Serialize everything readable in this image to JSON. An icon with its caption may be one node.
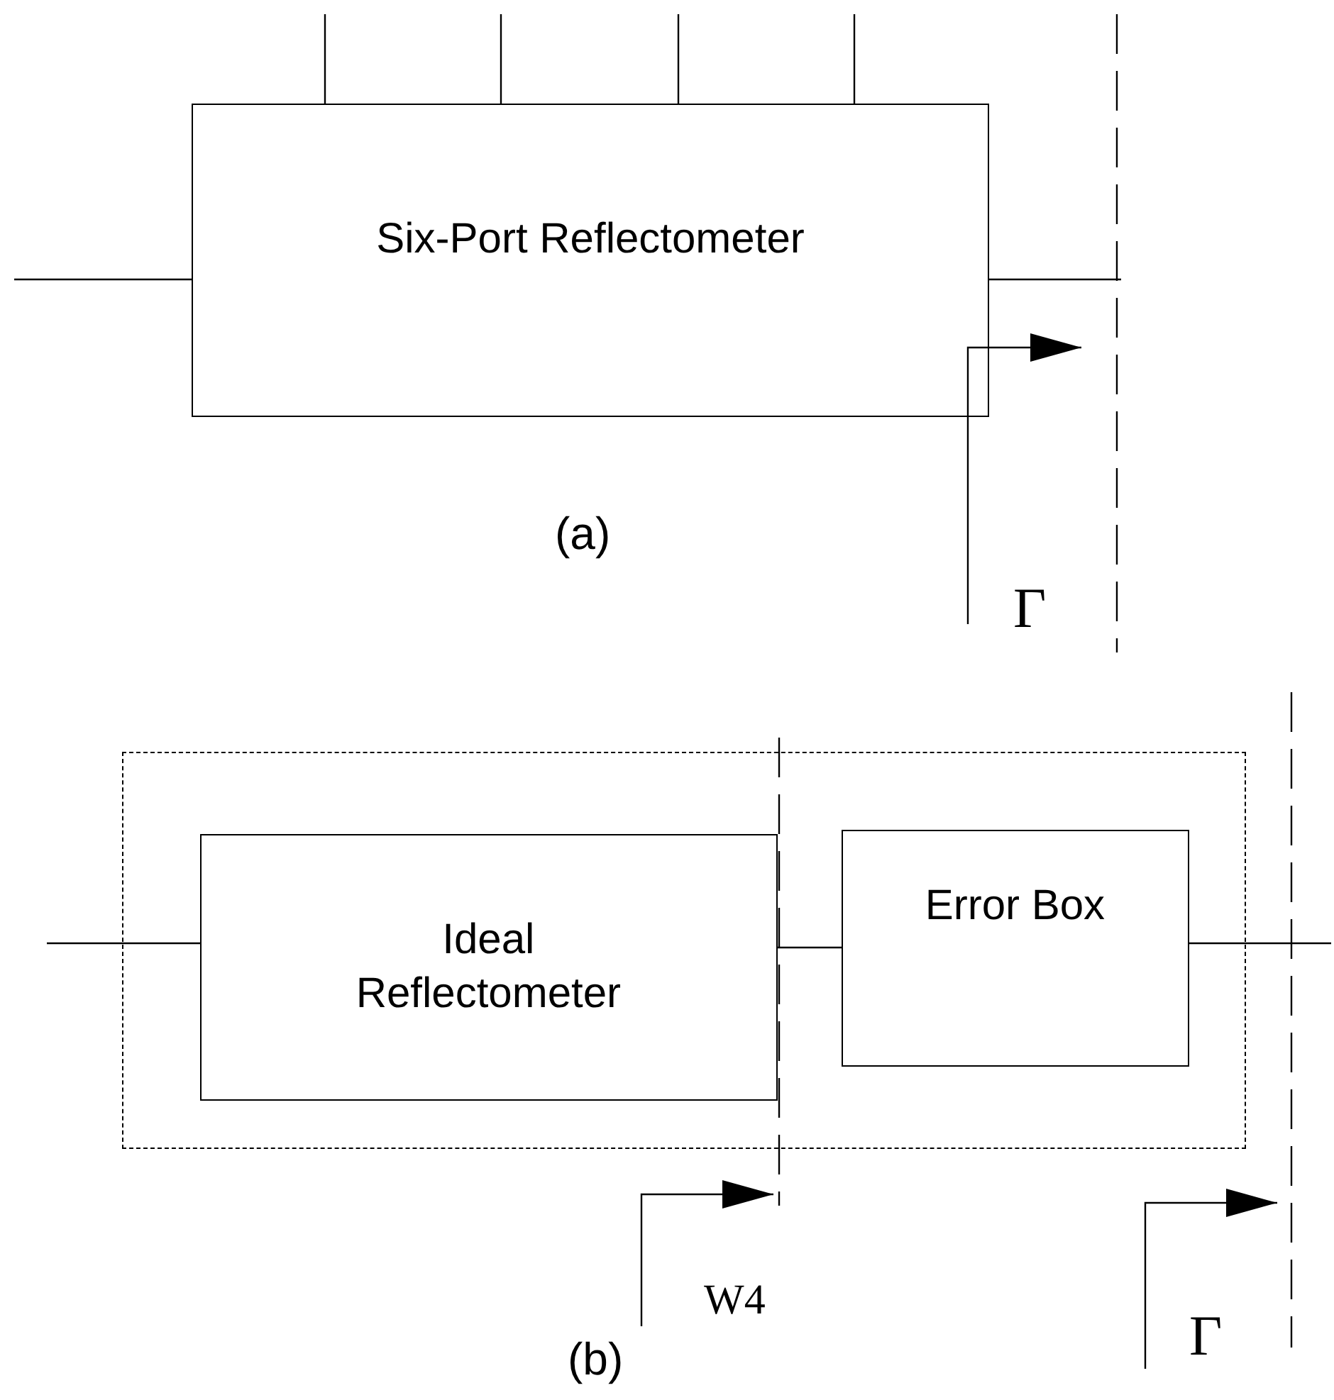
{
  "diagram": {
    "nodes": [
      {
        "text": [
          "Six-Port Reflectometer"
        ]
      },
      {
        "text": [],
        "shape": "box"
      },
      {
        "text": [
          "Ideal Reflectometer"
        ],
        "in": 1
      },
      {
        "text": [
          "Error Box"
        ],
        "in": 1
      }
    ],
    "edges": [
      {
        "from": null,
        "to": 0,
        "arrow": "none"
      },
      {
        "from": null,
        "to": 0,
        "arrow": "none"
      },
      {
        "from": null,
        "to": 0,
        "arrow": "none"
      },
      {
        "from": null,
        "to": 0,
        "arrow": "none"
      },
      {
        "from": null,
        "to": 0,
        "arrow": "none"
      },
      {
        "from": 0,
        "to": null,
        "arrow": "none"
      },
      {
        "from": null,
        "to": 2,
        "arrow": "none"
      },
      {
        "from": 2,
        "to": 3,
        "arrow": "none"
      },
      {
        "from": 3,
        "to": null,
        "arrow": "none"
      }
    ],
    "labels": [
      "(a)",
      "Γ",
      "W4",
      "Γ",
      "(b)"
    ]
  }
}
